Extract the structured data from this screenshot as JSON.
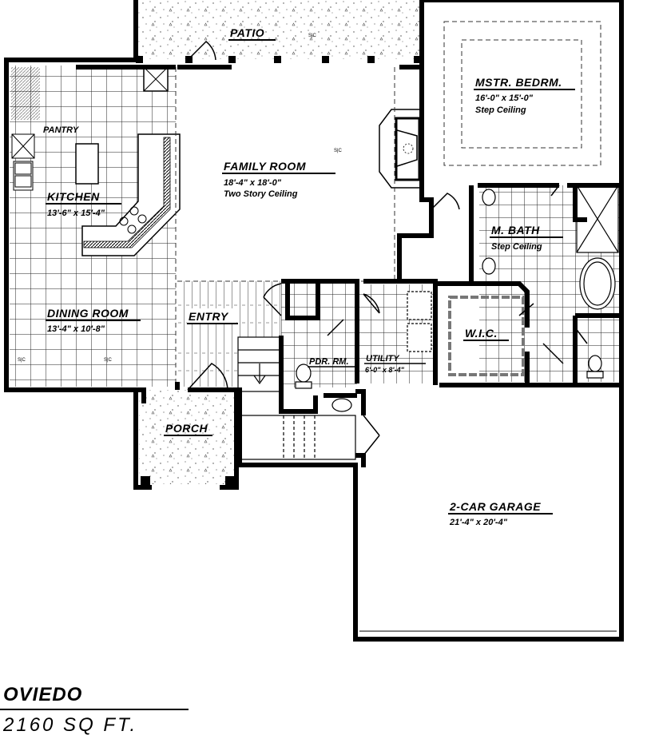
{
  "plan": {
    "name": "OVIEDO",
    "area": "2160 SQ FT."
  },
  "markers": {
    "smoke_detector": "S|C"
  },
  "rooms": {
    "patio": {
      "name": "PATIO"
    },
    "master_bedroom": {
      "name": "MSTR. BEDRM.",
      "dims": "16'-0\" x 15'-0\"",
      "note": "Step Ceiling"
    },
    "pantry": {
      "name": "PANTRY"
    },
    "family_room": {
      "name": "FAMILY ROOM",
      "dims": "18'-4\" x 18'-0\"",
      "note": "Two Story Ceiling"
    },
    "kitchen": {
      "name": "KITCHEN",
      "dims": "13'-6\" x 15'-4\""
    },
    "master_bath": {
      "name": "M. BATH",
      "note": "Step Ceiling"
    },
    "dining_room": {
      "name": "DINING ROOM",
      "dims": "13'-4\" x 10'-8\""
    },
    "entry": {
      "name": "ENTRY"
    },
    "wic": {
      "name": "W.I.C."
    },
    "powder_room": {
      "name": "PDR. RM."
    },
    "utility": {
      "name": "UTILITY",
      "dims": "6'-0\" x 8'-4\""
    },
    "porch": {
      "name": "PORCH"
    },
    "garage": {
      "name": "2-CAR GARAGE",
      "dims": "21'-4\" x 20'-4\""
    }
  }
}
